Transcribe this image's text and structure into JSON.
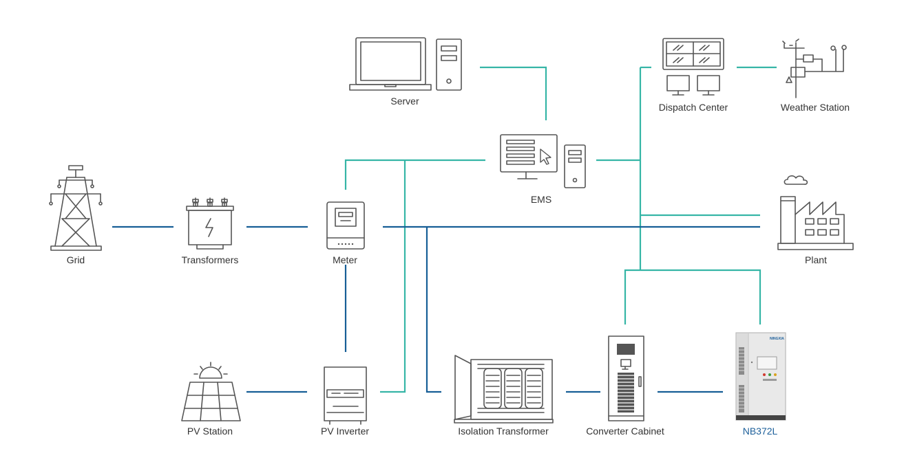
{
  "colors": {
    "comm_line": "#35b5a6",
    "power_line": "#165e96",
    "icon": "#555555",
    "label": "#333333",
    "accent_label": "#1c5f9a"
  },
  "nodes": {
    "grid": {
      "label": "Grid",
      "icon": "transmission-tower-icon"
    },
    "transformers": {
      "label": "Transformers",
      "icon": "transformer-icon"
    },
    "meter": {
      "label": "Meter",
      "icon": "meter-icon"
    },
    "server": {
      "label": "Server",
      "icon": "laptop-server-icon"
    },
    "ems": {
      "label": "EMS",
      "icon": "ems-workstation-icon"
    },
    "dispatch": {
      "label": "Dispatch Center",
      "icon": "dispatch-center-icon"
    },
    "weather": {
      "label": "Weather Station",
      "icon": "weather-station-icon"
    },
    "plant": {
      "label": "Plant",
      "icon": "factory-icon"
    },
    "pv_station": {
      "label": "PV Station",
      "icon": "solar-panel-icon"
    },
    "pv_inverter": {
      "label": "PV Inverter",
      "icon": "inverter-icon"
    },
    "isolation": {
      "label": "Isolation Transformer",
      "icon": "isolation-transformer-icon"
    },
    "converter": {
      "label": "Converter Cabinet",
      "icon": "converter-cabinet-icon"
    },
    "nb372l": {
      "label": "NB372L",
      "icon": "battery-cabinet-icon",
      "brand_text": "NINGXIA"
    }
  }
}
